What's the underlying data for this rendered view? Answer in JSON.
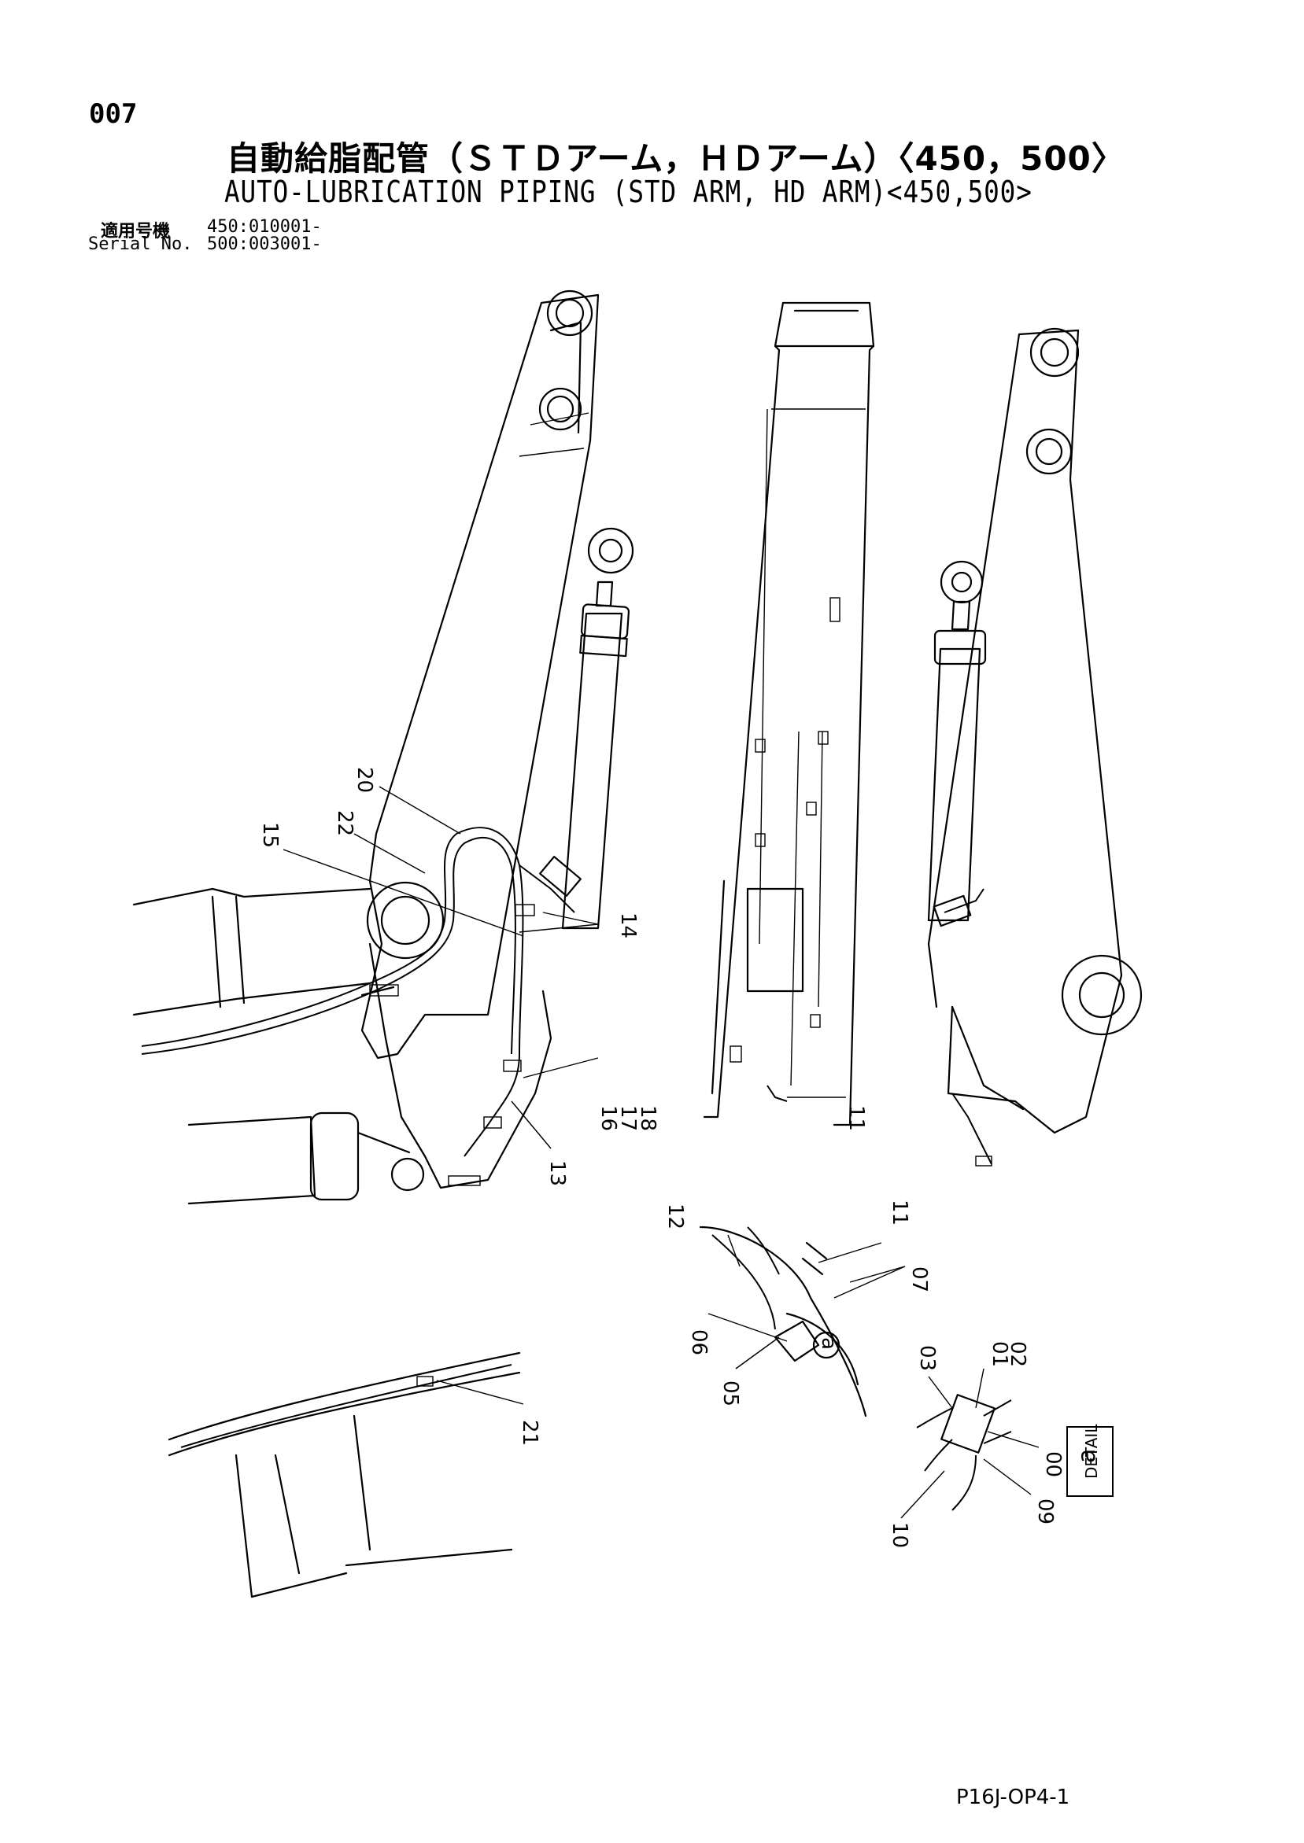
{
  "page": {
    "number": "007",
    "title_jp": "自動給脂配管（ＳＴＤアーム，ＨＤアーム）〈450，500〉",
    "title_en": "AUTO-LUBRICATION PIPING (STD ARM, HD ARM)<450,500>",
    "serial_label_jp": "適用号機",
    "serial_label_en": "Serial No.",
    "serial_450": "450:010001-",
    "serial_500": "500:003001-",
    "footer_code": "P16J-OP4-1"
  },
  "detail": {
    "label": "DETAIL",
    "letter": "a"
  },
  "callouts": {
    "c20": "20",
    "c22": "22",
    "c15": "15",
    "c14": "14",
    "c16": "16",
    "c17": "17",
    "c18": "18",
    "c13": "13",
    "c11a": "11",
    "c12": "12",
    "c11b": "11",
    "c07": "07",
    "c06": "06",
    "c05": "05",
    "c21": "21",
    "c03": "03",
    "c01": "01",
    "c02": "02",
    "c00": "00",
    "c09": "09",
    "c10": "10",
    "ca": "a"
  }
}
